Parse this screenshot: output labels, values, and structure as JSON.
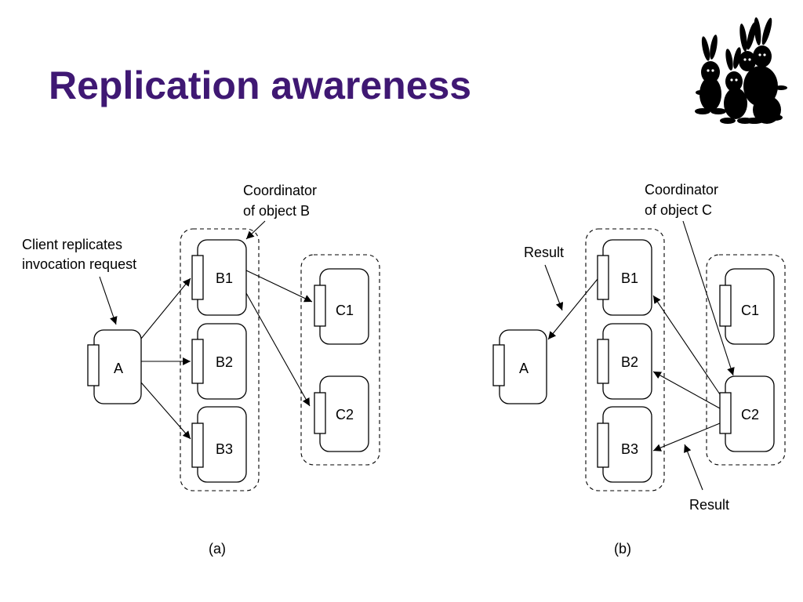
{
  "slide": {
    "title": "Replication awareness"
  },
  "panel_a": {
    "annotation_top": [
      "Coordinator",
      "of object B"
    ],
    "annotation_left": [
      "Client replicates",
      "invocation request"
    ],
    "objects": {
      "a": "A",
      "b1": "B1",
      "b2": "B2",
      "b3": "B3",
      "c1": "C1",
      "c2": "C2"
    },
    "caption": "(a)"
  },
  "panel_b": {
    "annotation_top": [
      "Coordinator",
      "of object C"
    ],
    "annotation_result_top": "Result",
    "annotation_result_bottom": "Result",
    "objects": {
      "a": "A",
      "b1": "B1",
      "b2": "B2",
      "b3": "B3",
      "c1": "C1",
      "c2": "C2"
    },
    "caption": "(b)"
  },
  "icons": {
    "logo": "bunny-silhouettes-icon"
  }
}
